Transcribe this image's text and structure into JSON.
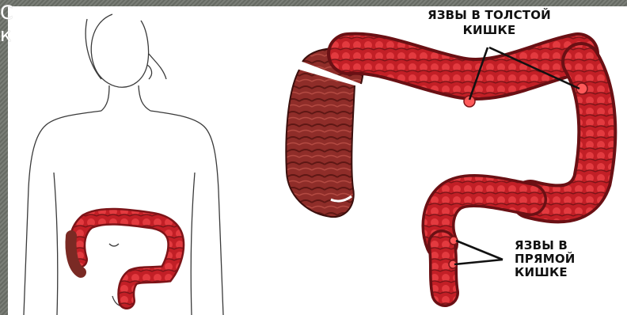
{
  "overlay": {
    "line1": "С",
    "line2": "к"
  },
  "labels": {
    "colon_ulcers_line1": "ЯЗВЫ В ТОЛСТОЙ",
    "colon_ulcers_line2": "КИШКЕ",
    "rectum_ulcers_line1": "ЯЗВЫ В",
    "rectum_ulcers_line2": "ПРЯМОЙ",
    "rectum_ulcers_line3": "КИШКЕ"
  },
  "colors": {
    "colon_light": "#d4222a",
    "colon_dark": "#8e1f22",
    "ascending_brown": "#9c3a32",
    "ulcer": "#ff4a4a",
    "outline": "#333333",
    "frame": "#6b6f68"
  }
}
